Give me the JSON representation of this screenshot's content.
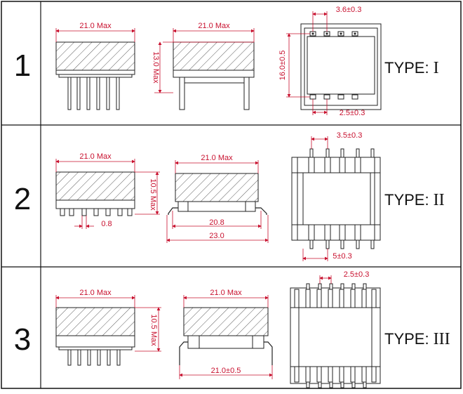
{
  "rows": [
    {
      "number": "1",
      "type_prefix": "TYPE:",
      "type_roman": "I",
      "dims": {
        "front_width": "21.0 Max",
        "side_width": "21.0 Max",
        "height": "13.0 Max",
        "top_pitch": "3.6±0.3",
        "top_height": "16.0±0.5",
        "top_bottom_pitch": "2.5±0.3"
      }
    },
    {
      "number": "2",
      "type_prefix": "TYPE:",
      "type_roman": "II",
      "dims": {
        "front_width": "21.0 Max",
        "side_width": "21.0 Max",
        "height": "10.5 Max",
        "pin_width": "0.8",
        "inner_span": "20.8",
        "outer_span": "23.0",
        "top_pitch": "3.5±0.3",
        "top_bottom_pitch": "5±0.3"
      }
    },
    {
      "number": "3",
      "type_prefix": "TYPE:",
      "type_roman": "III",
      "dims": {
        "front_width": "21.0 Max",
        "side_width": "21.0 Max",
        "height": "10.5 Max",
        "span": "21.0±0.5",
        "top_pitch": "2.5±0.3"
      }
    }
  ]
}
